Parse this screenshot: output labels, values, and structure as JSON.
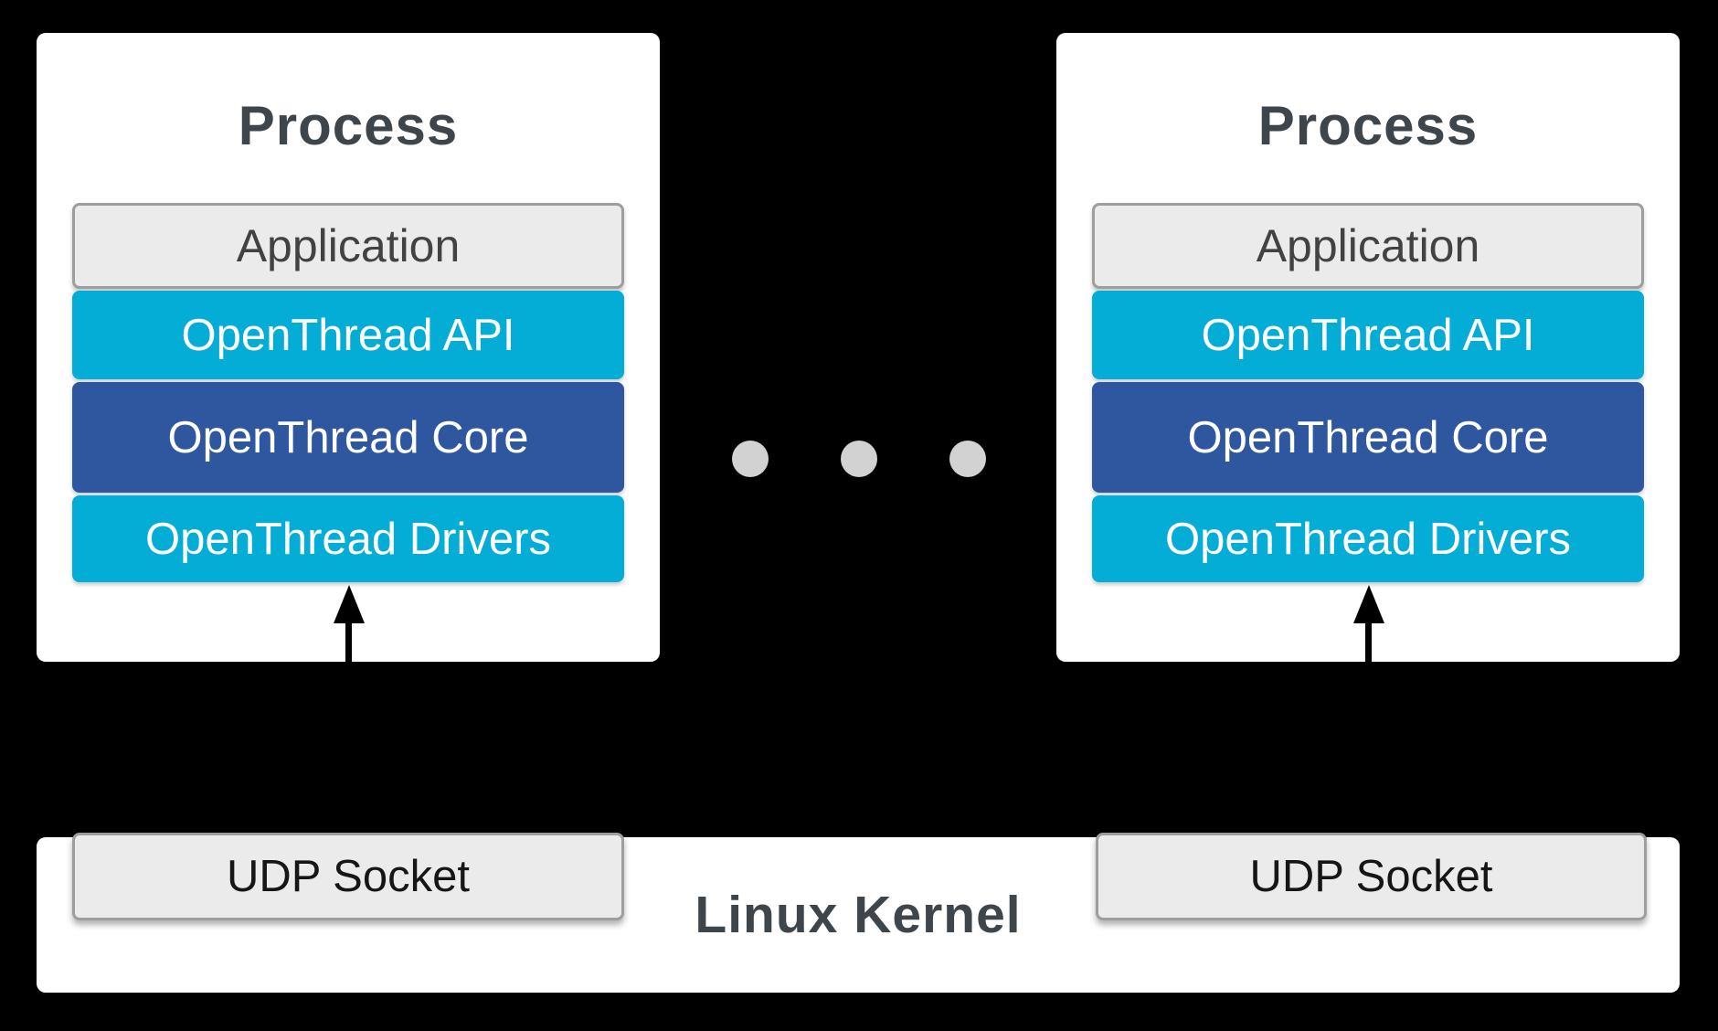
{
  "colors": {
    "bg": "#000000",
    "panel": "#ffffff",
    "grayFill": "#ebebeb",
    "grayBorder": "#9e9e9e",
    "cyan": "#04add6",
    "blue": "#2e57a0",
    "titleText": "#3e464c",
    "appText": "#424242",
    "udpText": "#161616",
    "dot": "#d2d2d2",
    "labelText": "#ffffff",
    "arrow": "#000000"
  },
  "processes": [
    {
      "title": "Process",
      "layers": [
        {
          "label": "Application"
        },
        {
          "label": "OpenThread API"
        },
        {
          "label": "OpenThread Core"
        },
        {
          "label": "OpenThread Drivers"
        }
      ]
    },
    {
      "title": "Process",
      "layers": [
        {
          "label": "Application"
        },
        {
          "label": "OpenThread API"
        },
        {
          "label": "OpenThread Core"
        },
        {
          "label": "OpenThread Drivers"
        }
      ]
    }
  ],
  "ellipsis": {
    "dot_count": 3
  },
  "kernel": {
    "label": "Linux Kernel",
    "sockets": [
      {
        "label": "UDP Socket"
      },
      {
        "label": "UDP Socket"
      }
    ]
  }
}
